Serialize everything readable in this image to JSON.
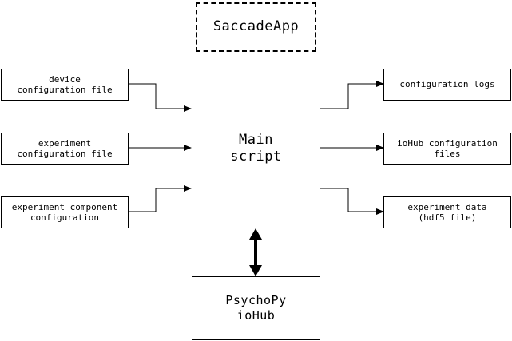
{
  "title": "SaccadeApp",
  "inputs": {
    "device_config": "device\nconfiguration file",
    "experiment_config": "experiment\nconfiguration file",
    "component_config": "experiment component\nconfiguration"
  },
  "main_script": "Main\nscript",
  "outputs": {
    "config_logs": "configuration logs",
    "iohub_config": "ioHub configuration\nfiles",
    "experiment_data": "experiment data\n(hdf5 file)"
  },
  "iohub": "PsychoPy\nioHub"
}
